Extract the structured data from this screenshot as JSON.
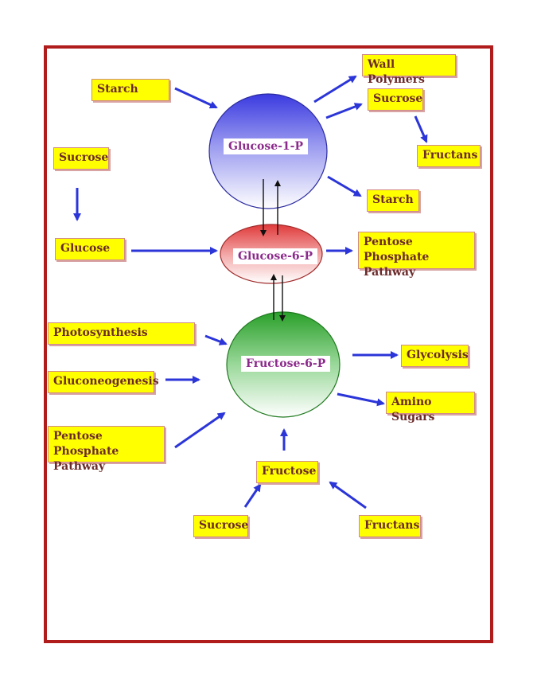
{
  "nodes": {
    "g1p": "Glucose-1-P",
    "g6p": "Glucose-6-P",
    "f6p": "Fructose-6-P"
  },
  "labels": {
    "starch_in": "Starch",
    "wall_polymers": "Wall Polymers",
    "sucrose_out": "Sucrose",
    "fructans_out": "Fructans",
    "starch_out": "Starch",
    "sucrose_left": "Sucrose",
    "glucose": "Glucose",
    "ppp_out": "Pentose Phosphate Pathway",
    "photosynthesis": "Photosynthesis",
    "gluconeogenesis": "Gluconeogenesis",
    "ppp_in": "Pentose Phosphate Pathway",
    "glycolysis": "Glycolysis",
    "amino_sugars": "Amino Sugars",
    "fructose": "Fructose",
    "sucrose_bottom": "Sucrose",
    "fructans_bottom": "Fructans"
  },
  "colors": {
    "frame": "#b01c1c",
    "arrow": "#2b35d8",
    "label_bg": "#ffff00",
    "label_text": "#6b2a2a",
    "node_text": "#8b2a8b",
    "g1p": "#3a3ae0",
    "g6p": "#e03a3a",
    "f6p": "#2aa02a"
  }
}
